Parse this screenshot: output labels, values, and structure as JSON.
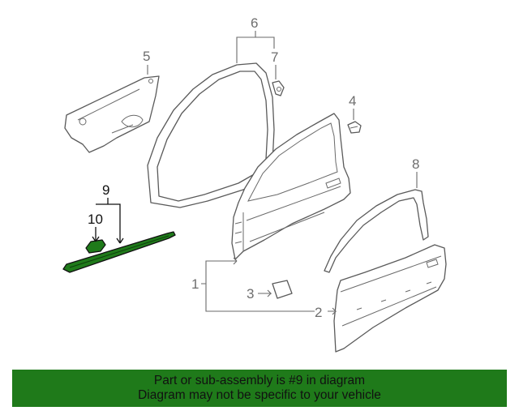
{
  "callouts": {
    "c1": "1",
    "c2": "2",
    "c3": "3",
    "c4": "4",
    "c5": "5",
    "c6": "6",
    "c7": "7",
    "c8": "8",
    "c9": "9",
    "c10": "10"
  },
  "banner": {
    "line1": "Part or sub-assembly is #9 in diagram",
    "line2": "Diagram may not be specific to your vehicle"
  },
  "colors": {
    "banner_background": "#1f7a1a",
    "highlighted_part": "#1f7a1a",
    "line_art": "#5a5a5a"
  }
}
